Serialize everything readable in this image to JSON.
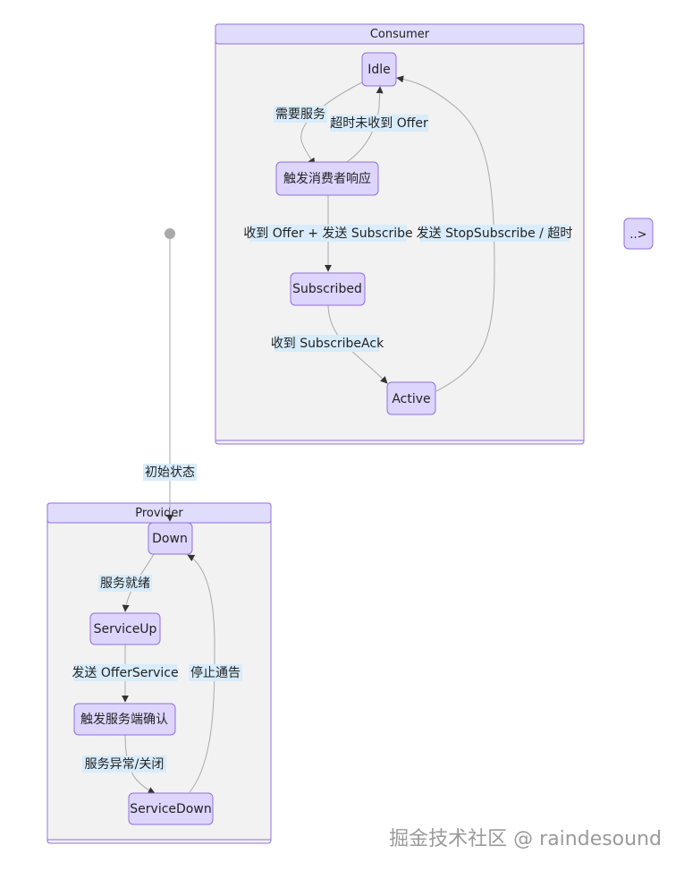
{
  "clusters": {
    "consumer": "Consumer",
    "provider": "Provider"
  },
  "nodes": {
    "idle": "Idle",
    "trigger_consumer": "触发消费者响应",
    "subscribed": "Subscribed",
    "active": "Active",
    "down": "Down",
    "service_up": "ServiceUp",
    "trigger_provider": "触发服务端确认",
    "service_down": "ServiceDown",
    "continuation": "..>"
  },
  "edges": {
    "need_service": "需要服务",
    "timeout_no_offer": "超时未收到 Offer",
    "recv_offer_send_subscribe": "收到 Offer + 发送 Subscribe",
    "recv_subscribe_ack": "收到 SubscribeAck",
    "send_stop_subscribe": "发送 StopSubscribe / 超时",
    "initial_state": "初始状态",
    "service_ready": "服务就绪",
    "send_offer_service": "发送 OfferService",
    "stop_notify": "停止通告",
    "service_error_close": "服务异常/关闭"
  },
  "watermark": "掘金技术社区 @ raindesound",
  "colors": {
    "node_fill": "#ddd5fb",
    "node_stroke": "#9370DB",
    "cluster_fill": "#f2f2f2",
    "label_bg": "#d8ecfb",
    "edge": "#a9a9a9"
  }
}
